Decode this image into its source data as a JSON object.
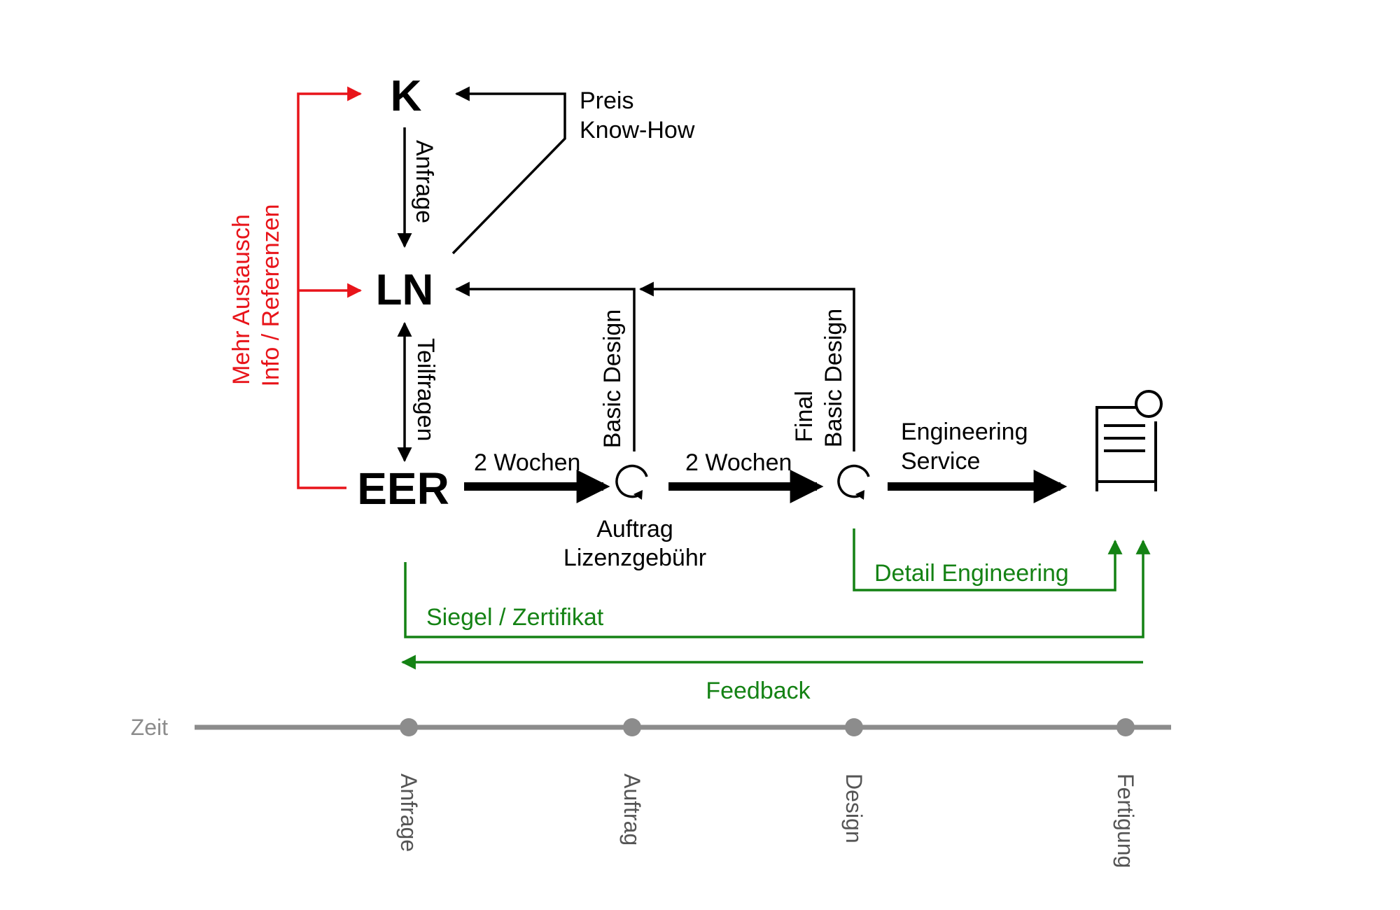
{
  "nodes": {
    "k": "K",
    "ln": "LN",
    "eer": "EER"
  },
  "labels": {
    "anfrage": "Anfrage",
    "preis": "Preis",
    "know_how": "Know-How",
    "teilfragen": "Teilfragen",
    "mehr_austausch": "Mehr Austausch",
    "info_referenzen": "Info / Referenzen",
    "basic_design": "Basic Design",
    "final": "Final",
    "final_basic_design": "Basic Design",
    "zwei_wochen_1": "2 Wochen",
    "zwei_wochen_2": "2 Wochen",
    "auftrag": "Auftrag",
    "lizenzgebuehr": "Lizenzgebühr",
    "engineering": "Engineering",
    "service": "Service",
    "detail_engineering": "Detail Engineering",
    "siegel": "Siegel / Zertifikat",
    "feedback": "Feedback"
  },
  "timeline": {
    "label": "Zeit",
    "milestones": [
      "Anfrage",
      "Auftrag",
      "Design",
      "Fertigung"
    ]
  },
  "icons": {
    "cycle_1": "cycle-icon",
    "cycle_2": "cycle-icon",
    "product": "document-machine-icon"
  },
  "colors": {
    "black": "#000000",
    "red": "#e8141a",
    "green": "#148214",
    "grey": "#8c8c8c"
  }
}
